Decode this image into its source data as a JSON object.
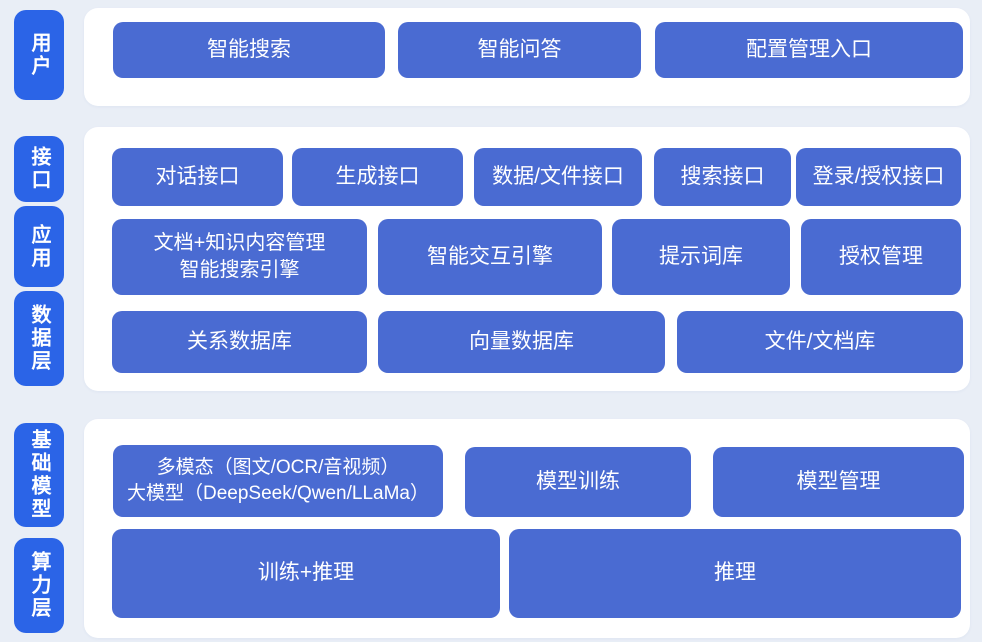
{
  "colors": {
    "page_background": "#e9eef6",
    "panel_background": "#ffffff",
    "node_blue": "#4a6bd2",
    "side_label_blue": "#2b64e7",
    "text_white": "#ffffff"
  },
  "diagram": {
    "side_labels": {
      "user": "用户",
      "interface": "接口",
      "application": "应用",
      "data_layer": "数据层",
      "foundation_model": "基础模型",
      "compute_layer": "算力层"
    },
    "user_row": {
      "items": [
        "智能搜索",
        "智能问答",
        "配置管理入口"
      ]
    },
    "interface_row": {
      "items": [
        "对话接口",
        "生成接口",
        "数据/文件接口",
        "搜索接口",
        "登录/授权接口"
      ]
    },
    "application_row": {
      "items": [
        "文档+知识内容管理\n智能搜索引擎",
        "智能交互引擎",
        "提示词库",
        "授权管理"
      ]
    },
    "data_row": {
      "items": [
        "关系数据库",
        "向量数据库",
        "文件/文档库"
      ]
    },
    "model_row": {
      "items": [
        "多模态（图文/OCR/音视频）\n大模型（DeepSeek/Qwen/LLaMa）",
        "模型训练",
        "模型管理"
      ]
    },
    "compute_row": {
      "items": [
        "训练+推理",
        "推理"
      ]
    }
  }
}
